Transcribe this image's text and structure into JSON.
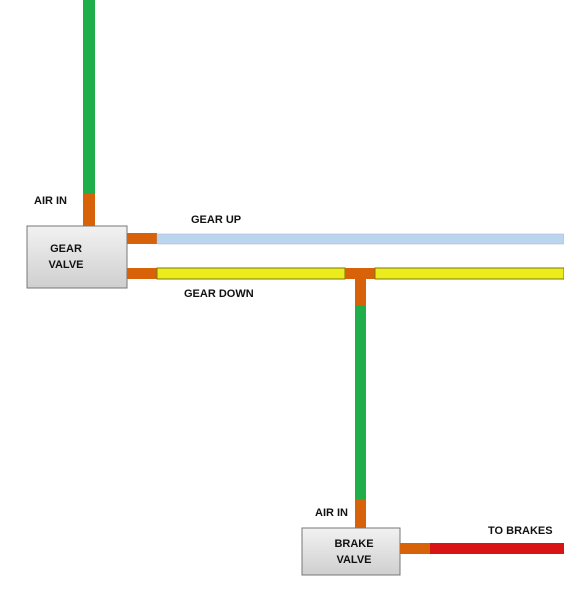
{
  "colors": {
    "supply_line": "#1fae4a",
    "gear_up_line": "#bcd5ee",
    "gear_down_line": "#ecec1c",
    "brake_line": "#d81414",
    "fitting": "#d7620a",
    "valve_fill": "#e2e2e2",
    "valve_border": "#777777"
  },
  "labels": {
    "air_in_top": "AIR IN",
    "gear_up": "GEAR UP",
    "gear_down": "GEAR DOWN",
    "air_in_bottom": "AIR IN",
    "to_brakes": "TO BRAKES"
  },
  "gear_valve": {
    "line1": "GEAR",
    "line2": "VALVE"
  },
  "brake_valve": {
    "line1": "BRAKE",
    "line2": "VALVE"
  }
}
